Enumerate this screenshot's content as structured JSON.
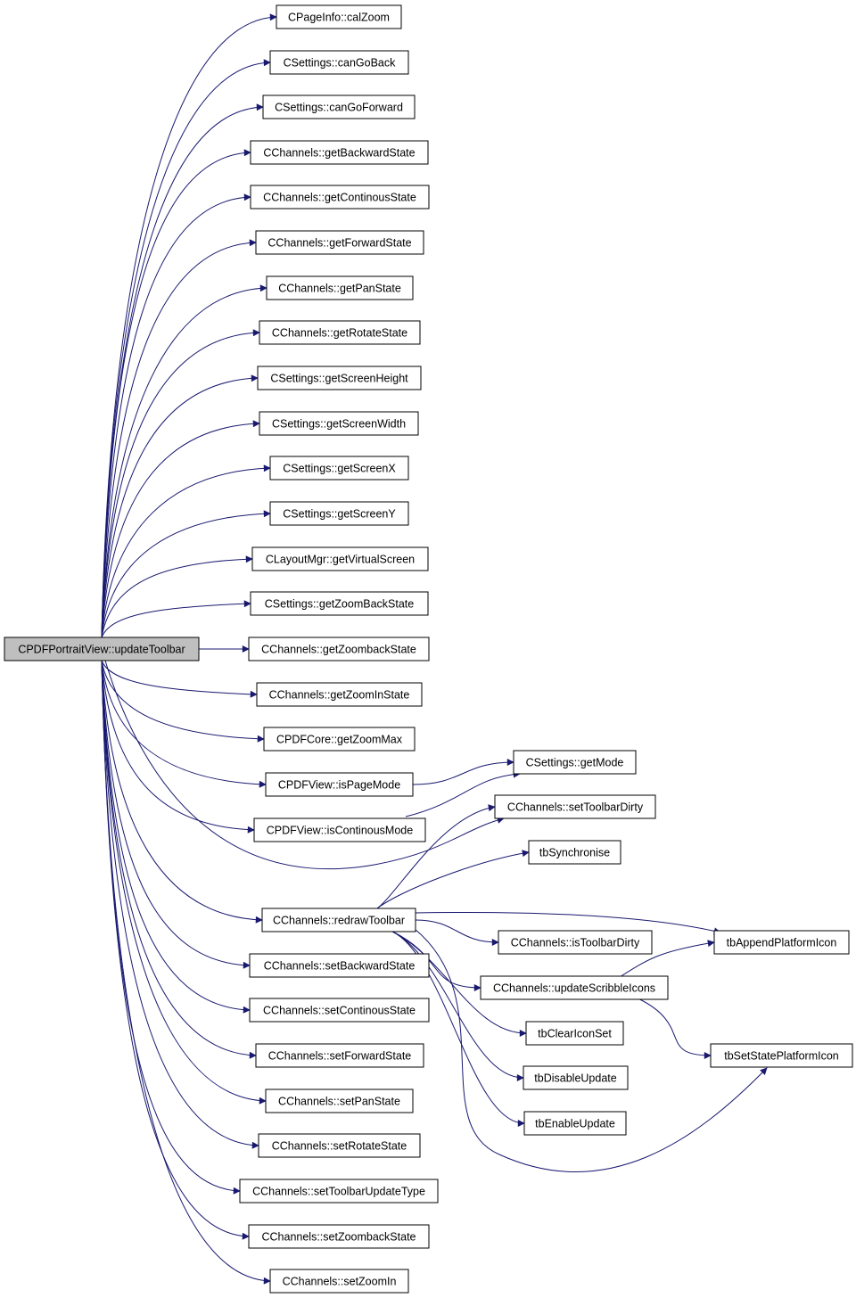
{
  "diagram": {
    "colors": {
      "edge": "#191970",
      "root_fill": "#bfbfbf",
      "node_fill": "#ffffff",
      "border": "#000000"
    },
    "nodes": [
      {
        "id": "root",
        "label": "CPDFPortraitView::updateToolbar",
        "root": true
      },
      {
        "id": "n1",
        "label": "CPageInfo::calZoom"
      },
      {
        "id": "n2",
        "label": "CSettings::canGoBack"
      },
      {
        "id": "n3",
        "label": "CSettings::canGoForward"
      },
      {
        "id": "n4",
        "label": "CChannels::getBackwardState"
      },
      {
        "id": "n5",
        "label": "CChannels::getContinousState"
      },
      {
        "id": "n6",
        "label": "CChannels::getForwardState"
      },
      {
        "id": "n7",
        "label": "CChannels::getPanState"
      },
      {
        "id": "n8",
        "label": "CChannels::getRotateState"
      },
      {
        "id": "n9",
        "label": "CSettings::getScreenHeight"
      },
      {
        "id": "n10",
        "label": "CSettings::getScreenWidth"
      },
      {
        "id": "n11",
        "label": "CSettings::getScreenX"
      },
      {
        "id": "n12",
        "label": "CSettings::getScreenY"
      },
      {
        "id": "n13",
        "label": "CLayoutMgr::getVirtualScreen"
      },
      {
        "id": "n14",
        "label": "CSettings::getZoomBackState"
      },
      {
        "id": "n15",
        "label": "CChannels::getZoombackState"
      },
      {
        "id": "n16",
        "label": "CChannels::getZoomInState"
      },
      {
        "id": "n17",
        "label": "CPDFCore::getZoomMax"
      },
      {
        "id": "n18",
        "label": "CPDFView::isPageMode"
      },
      {
        "id": "n19",
        "label": "CPDFView::isContinousMode"
      },
      {
        "id": "n20",
        "label": "CChannels::redrawToolbar"
      },
      {
        "id": "n21",
        "label": "CChannels::setBackwardState"
      },
      {
        "id": "n22",
        "label": "CChannels::setContinousState"
      },
      {
        "id": "n23",
        "label": "CChannels::setForwardState"
      },
      {
        "id": "n24",
        "label": "CChannels::setPanState"
      },
      {
        "id": "n25",
        "label": "CChannels::setRotateState"
      },
      {
        "id": "n26",
        "label": "CChannels::setToolbarUpdateType"
      },
      {
        "id": "n27",
        "label": "CChannels::setZoombackState"
      },
      {
        "id": "n28",
        "label": "CChannels::setZoomIn"
      },
      {
        "id": "m1",
        "label": "CSettings::getMode"
      },
      {
        "id": "m2",
        "label": "CChannels::setToolbarDirty"
      },
      {
        "id": "m3",
        "label": "tbSynchronise"
      },
      {
        "id": "m4",
        "label": "CChannels::isToolbarDirty"
      },
      {
        "id": "m5",
        "label": "CChannels::updateScribbleIcons"
      },
      {
        "id": "m6",
        "label": "tbClearIconSet"
      },
      {
        "id": "m7",
        "label": "tbDisableUpdate"
      },
      {
        "id": "m8",
        "label": "tbEnableUpdate"
      },
      {
        "id": "r1",
        "label": "tbAppendPlatformIcon"
      },
      {
        "id": "r2",
        "label": "tbSetStatePlatformIcon"
      }
    ],
    "edges": [
      [
        "root",
        "n1"
      ],
      [
        "root",
        "n2"
      ],
      [
        "root",
        "n3"
      ],
      [
        "root",
        "n4"
      ],
      [
        "root",
        "n5"
      ],
      [
        "root",
        "n6"
      ],
      [
        "root",
        "n7"
      ],
      [
        "root",
        "n8"
      ],
      [
        "root",
        "n9"
      ],
      [
        "root",
        "n10"
      ],
      [
        "root",
        "n11"
      ],
      [
        "root",
        "n12"
      ],
      [
        "root",
        "n13"
      ],
      [
        "root",
        "n14"
      ],
      [
        "root",
        "n15"
      ],
      [
        "root",
        "n16"
      ],
      [
        "root",
        "n17"
      ],
      [
        "root",
        "n18"
      ],
      [
        "root",
        "n19"
      ],
      [
        "root",
        "m2"
      ],
      [
        "root",
        "n20"
      ],
      [
        "root",
        "n21"
      ],
      [
        "root",
        "n22"
      ],
      [
        "root",
        "n23"
      ],
      [
        "root",
        "n24"
      ],
      [
        "root",
        "n25"
      ],
      [
        "root",
        "n26"
      ],
      [
        "root",
        "n27"
      ],
      [
        "root",
        "n28"
      ],
      [
        "n18",
        "m1"
      ],
      [
        "n19",
        "m1"
      ],
      [
        "n20",
        "m2"
      ],
      [
        "n20",
        "m3"
      ],
      [
        "n20",
        "m4"
      ],
      [
        "n20",
        "m5"
      ],
      [
        "n20",
        "m6"
      ],
      [
        "n20",
        "m7"
      ],
      [
        "n20",
        "m8"
      ],
      [
        "n20",
        "r1"
      ],
      [
        "n20",
        "r2"
      ],
      [
        "m5",
        "r1"
      ],
      [
        "m5",
        "r2"
      ]
    ]
  }
}
